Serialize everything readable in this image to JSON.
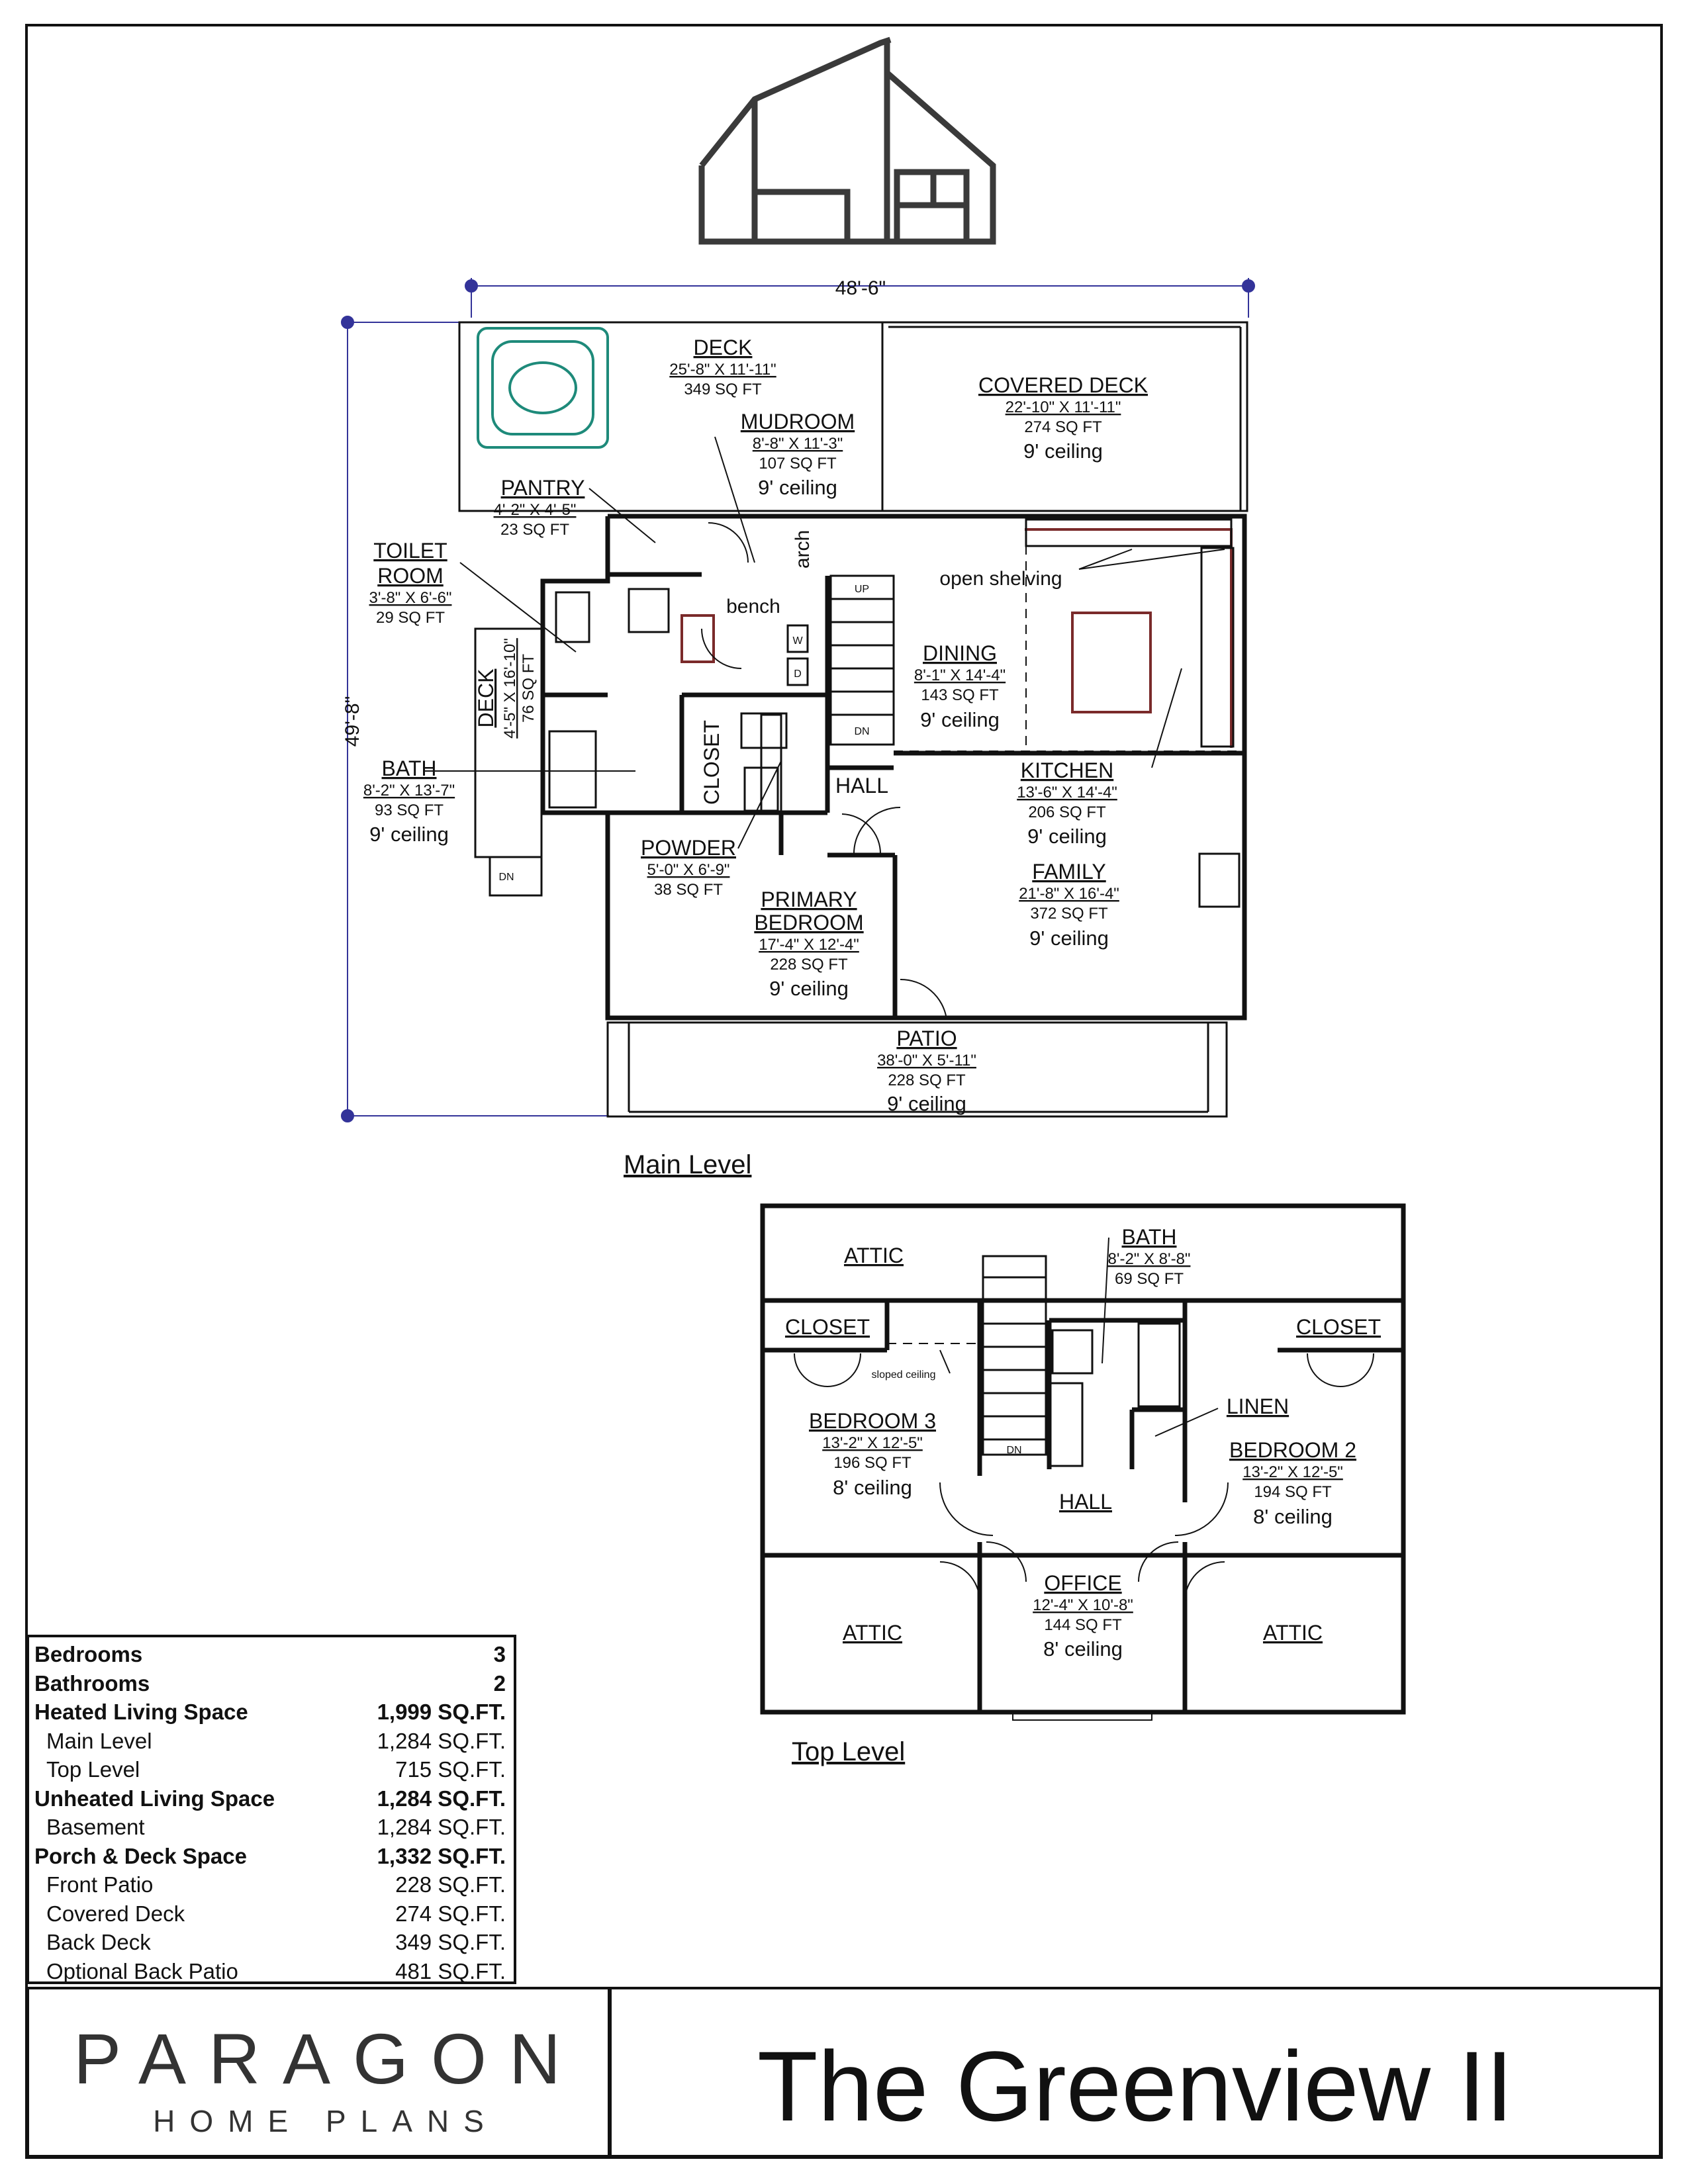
{
  "main_level": {
    "title": "Main Level",
    "overall_width": "48'-6\"",
    "overall_depth": "49'-8\"",
    "rooms": [
      {
        "id": "deck",
        "name": "DECK",
        "dims": "25'-8\" X 11'-11\"",
        "sqft": "349 SQ FT"
      },
      {
        "id": "covered-deck",
        "name": "COVERED DECK",
        "dims": "22'-10\" X 11'-11\"",
        "sqft": "274 SQ FT",
        "ceiling": "9' ceiling"
      },
      {
        "id": "mudroom",
        "name": "MUDROOM",
        "dims": "8'-8\" X 11'-3\"",
        "sqft": "107 SQ FT",
        "ceiling": "9' ceiling"
      },
      {
        "id": "pantry",
        "name": "PANTRY",
        "dims": "4'-2\" X 4'-5\"",
        "sqft": "23 SQ FT"
      },
      {
        "id": "toilet-room",
        "name": "TOILET ROOM",
        "dims": "3'-8\" X 6'-6\"",
        "sqft": "29 SQ FT"
      },
      {
        "id": "side-deck",
        "name": "DECK",
        "dims": "4'-5\" X 16'-10\"",
        "sqft": "76 SQ FT"
      },
      {
        "id": "bath",
        "name": "BATH",
        "dims": "8'-2\" X 13'-7\"",
        "sqft": "93 SQ FT",
        "ceiling": "9' ceiling"
      },
      {
        "id": "dining",
        "name": "DINING",
        "dims": "8'-1\" X 14'-4\"",
        "sqft": "143 SQ FT",
        "ceiling": "9' ceiling"
      },
      {
        "id": "kitchen",
        "name": "KITCHEN",
        "dims": "13'-6\" X 14'-4\"",
        "sqft": "206 SQ FT",
        "ceiling": "9' ceiling"
      },
      {
        "id": "family",
        "name": "FAMILY",
        "dims": "21'-8\" X 16'-4\"",
        "sqft": "372 SQ FT",
        "ceiling": "9' ceiling"
      },
      {
        "id": "powder",
        "name": "POWDER",
        "dims": "5'-0\" X 6'-9\"",
        "sqft": "38 SQ FT"
      },
      {
        "id": "primary-bedroom",
        "name": "PRIMARY BEDROOM",
        "dims": "17'-4\" X 12'-4\"",
        "sqft": "228 SQ FT",
        "ceiling": "9' ceiling"
      },
      {
        "id": "patio",
        "name": "PATIO",
        "dims": "38'-0\" X 5'-11\"",
        "sqft": "228 SQ FT",
        "ceiling": "9' ceiling"
      }
    ],
    "labels": {
      "closet": "CLOSET",
      "hall": "HALL",
      "bench": "bench",
      "arch": "arch",
      "open_shelving": "open shelving",
      "stair_up": "UP",
      "stair_dn": "DN",
      "deck_dn": "DN",
      "washer": "W",
      "dryer": "D"
    }
  },
  "top_level": {
    "title": "Top Level",
    "rooms": [
      {
        "id": "attic-top",
        "name": "ATTIC"
      },
      {
        "id": "bath2",
        "name": "BATH",
        "dims": "8'-2\" X 8'-8\"",
        "sqft": "69 SQ FT"
      },
      {
        "id": "closet-left",
        "name": "CLOSET"
      },
      {
        "id": "closet-right",
        "name": "CLOSET"
      },
      {
        "id": "linen",
        "name": "LINEN"
      },
      {
        "id": "bedroom3",
        "name": "BEDROOM 3",
        "dims": "13'-2\" X 12'-5\"",
        "sqft": "196 SQ FT",
        "ceiling": "8' ceiling"
      },
      {
        "id": "bedroom2",
        "name": "BEDROOM 2",
        "dims": "13'-2\" X 12'-5\"",
        "sqft": "194 SQ FT",
        "ceiling": "8' ceiling"
      },
      {
        "id": "hall2",
        "name": "HALL"
      },
      {
        "id": "office",
        "name": "OFFICE",
        "dims": "12'-4\" X 10'-8\"",
        "sqft": "144 SQ FT",
        "ceiling": "8' ceiling"
      },
      {
        "id": "attic-left",
        "name": "ATTIC"
      },
      {
        "id": "attic-right",
        "name": "ATTIC"
      }
    ],
    "labels": {
      "sloped_ceiling": "sloped ceiling",
      "stair_dn": "DN"
    }
  },
  "stats": [
    {
      "label": "Bedrooms",
      "value": "3",
      "bold": true
    },
    {
      "label": "Bathrooms",
      "value": "2",
      "bold": true
    },
    {
      "label": "Heated Living Space",
      "value": "1,999 SQ.FT.",
      "bold": true
    },
    {
      "label": "Main Level",
      "value": "1,284 SQ.FT.",
      "bold": false
    },
    {
      "label": "Top Level",
      "value": "715 SQ.FT.",
      "bold": false
    },
    {
      "label": "Unheated Living Space",
      "value": "1,284 SQ.FT.",
      "bold": true
    },
    {
      "label": "Basement",
      "value": "1,284 SQ.FT.",
      "bold": false
    },
    {
      "label": "Porch & Deck Space",
      "value": "1,332 SQ.FT.",
      "bold": true
    },
    {
      "label": "Front Patio",
      "value": "228 SQ.FT.",
      "bold": false
    },
    {
      "label": "Covered Deck",
      "value": "274 SQ.FT.",
      "bold": false
    },
    {
      "label": "Back Deck",
      "value": "349 SQ.FT.",
      "bold": false
    },
    {
      "label": "Optional Back Patio",
      "value": "481 SQ.FT.",
      "bold": false
    }
  ],
  "brand": {
    "name_top": "PARAGON",
    "name_bottom": "HOME PLANS"
  },
  "plan_name": "The Greenview II",
  "colors": {
    "line": "#111111",
    "logo": "#3a3a3a",
    "tub": "#1e8a7a",
    "dim_line": "#333399",
    "cabinet": "#7a2a2a"
  }
}
